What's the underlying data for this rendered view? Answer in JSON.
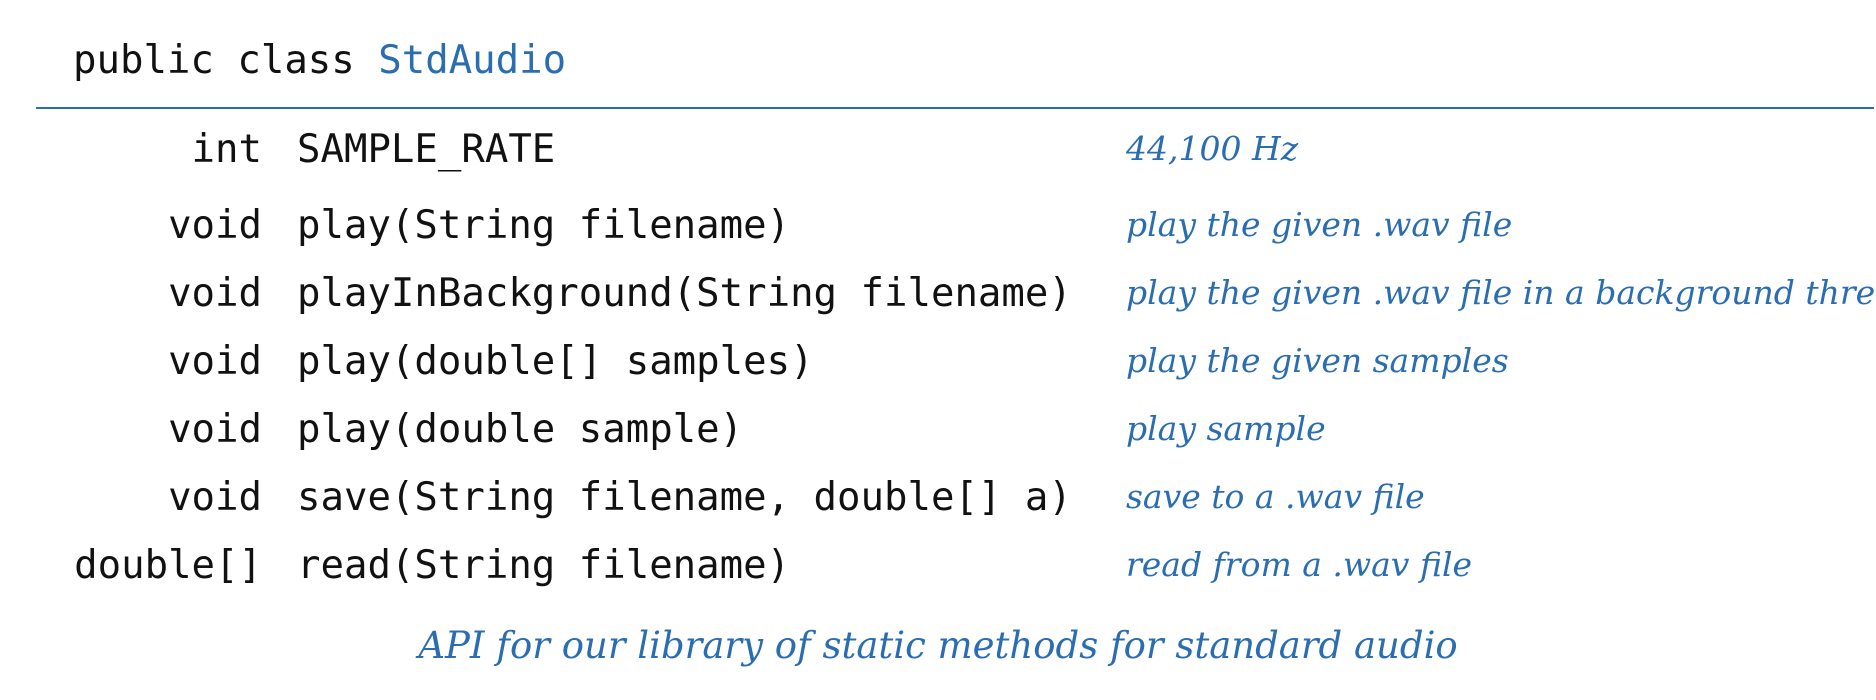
{
  "header": {
    "prefix": "public class ",
    "class_name": "StdAudio"
  },
  "rows": [
    {
      "ret": "int",
      "sig": "SAMPLE_RATE",
      "desc": "44,100 Hz"
    },
    {
      "ret": "void",
      "sig": "play(String filename)",
      "desc": "play the given .wav file"
    },
    {
      "ret": "void",
      "sig": "playInBackground(String filename)",
      "desc": "play the given .wav file in a background thread"
    },
    {
      "ret": "void",
      "sig": "play(double[] samples)",
      "desc": "play the given samples"
    },
    {
      "ret": "void",
      "sig": "play(double sample)",
      "desc": "play sample"
    },
    {
      "ret": "void",
      "sig": "save(String filename, double[] a)",
      "desc": "save to a .wav file"
    },
    {
      "ret": "double[]",
      "sig": "read(String filename)",
      "desc": "read from a .wav file"
    }
  ],
  "caption": "API for our library of static methods for standard audio",
  "colors": {
    "accent": "#2a6db0",
    "text": "#111111"
  }
}
